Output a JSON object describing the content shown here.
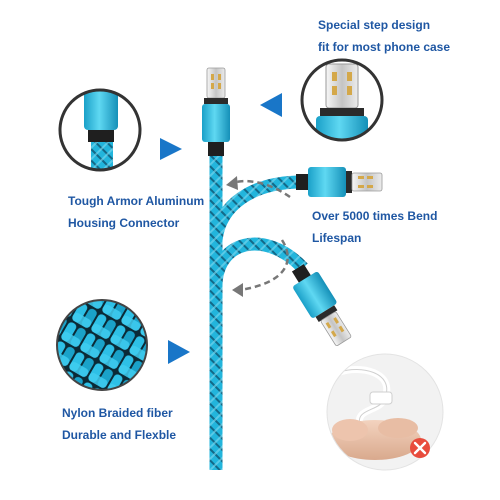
{
  "captions": {
    "step_design": {
      "line1": "Special step design",
      "line2": "fit for most phone case"
    },
    "armor": {
      "line1": "Tough Armor Aluminum",
      "line2": "Housing Connector"
    },
    "bend": {
      "line1": "Over 5000 times Bend",
      "line2": "Lifespan"
    },
    "nylon": {
      "line1": "Nylon Braided fiber",
      "line2": "Durable and Flexble"
    }
  },
  "colors": {
    "caption_text": "#1f57a3",
    "pointer_arrow": "#1976c8",
    "braid_cyan": "#22b5dc",
    "braid_dark": "#0d4e6a",
    "housing_cyan": "#33c2e3",
    "metal": "#d8d8d8",
    "callout_ring": "#333333",
    "wrong_badge": "#e84c3d"
  },
  "icons": {
    "pointer": "triangle-arrow-icon",
    "bend": "curved-arrow-icon",
    "wrong": "x-mark-icon"
  }
}
